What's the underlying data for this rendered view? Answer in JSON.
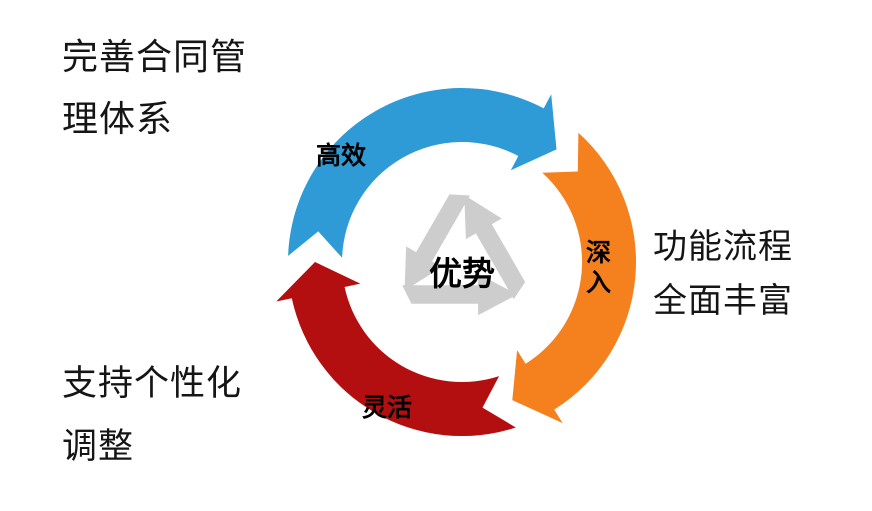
{
  "diagram": {
    "background": "#ffffff",
    "center": {
      "label": "优势",
      "icon": "recycle",
      "icon_color": "#c8c8c8"
    },
    "arcs": [
      {
        "position": "top",
        "label": "高效",
        "color": "#2E9BD6"
      },
      {
        "position": "right",
        "label": "深入",
        "color": "#F5801E"
      },
      {
        "position": "bottom",
        "label": "灵活",
        "color": "#B40F10"
      }
    ],
    "callouts": [
      {
        "position": "top-left",
        "lines": [
          "完善合同管",
          "理体系"
        ]
      },
      {
        "position": "right",
        "lines": [
          "功能流程",
          "全面丰富"
        ]
      },
      {
        "position": "bottom-left",
        "lines": [
          "支持个性化",
          "调整"
        ]
      }
    ]
  }
}
